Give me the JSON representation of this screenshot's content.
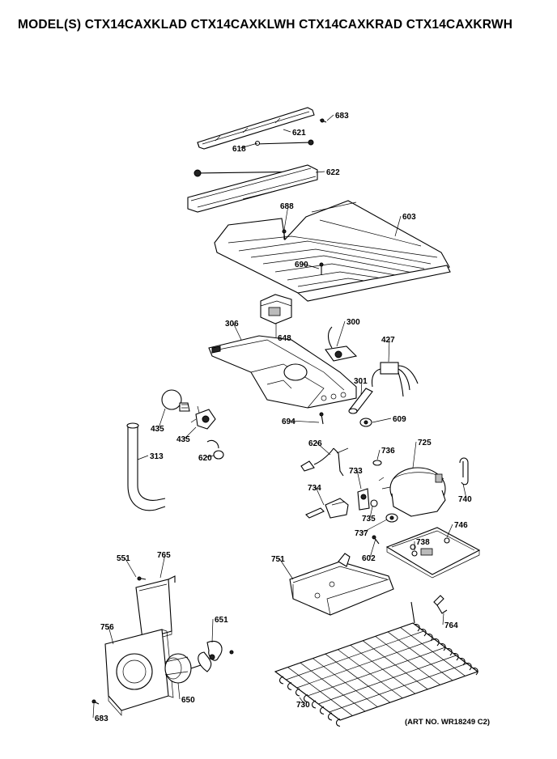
{
  "header": {
    "title": "MODEL(S) CTX14CAXKLAD  CTX14CAXKLWH  CTX14CAXKRAD  CTX14CAXKRWH"
  },
  "footer": {
    "art_no": "(ART NO. WR18249 C2)"
  },
  "parts": [
    {
      "id": "683a",
      "number": "683"
    },
    {
      "id": "621",
      "number": "621"
    },
    {
      "id": "618",
      "number": "618"
    },
    {
      "id": "622",
      "number": "622"
    },
    {
      "id": "688",
      "number": "688"
    },
    {
      "id": "603",
      "number": "603"
    },
    {
      "id": "690",
      "number": "690"
    },
    {
      "id": "306",
      "number": "306"
    },
    {
      "id": "648",
      "number": "648"
    },
    {
      "id": "300",
      "number": "300"
    },
    {
      "id": "427",
      "number": "427"
    },
    {
      "id": "301",
      "number": "301"
    },
    {
      "id": "694",
      "number": "694"
    },
    {
      "id": "609",
      "number": "609"
    },
    {
      "id": "435a",
      "number": "435"
    },
    {
      "id": "435b",
      "number": "435"
    },
    {
      "id": "313",
      "number": "313"
    },
    {
      "id": "620",
      "number": "620"
    },
    {
      "id": "626",
      "number": "626"
    },
    {
      "id": "736",
      "number": "736"
    },
    {
      "id": "725",
      "number": "725"
    },
    {
      "id": "733",
      "number": "733"
    },
    {
      "id": "740",
      "number": "740"
    },
    {
      "id": "734",
      "number": "734"
    },
    {
      "id": "735",
      "number": "735"
    },
    {
      "id": "737",
      "number": "737"
    },
    {
      "id": "738",
      "number": "738"
    },
    {
      "id": "746",
      "number": "746"
    },
    {
      "id": "602",
      "number": "602"
    },
    {
      "id": "551",
      "number": "551"
    },
    {
      "id": "765",
      "number": "765"
    },
    {
      "id": "751",
      "number": "751"
    },
    {
      "id": "756",
      "number": "756"
    },
    {
      "id": "651",
      "number": "651"
    },
    {
      "id": "764",
      "number": "764"
    },
    {
      "id": "650",
      "number": "650"
    },
    {
      "id": "683b",
      "number": "683"
    },
    {
      "id": "730",
      "number": "730"
    }
  ]
}
